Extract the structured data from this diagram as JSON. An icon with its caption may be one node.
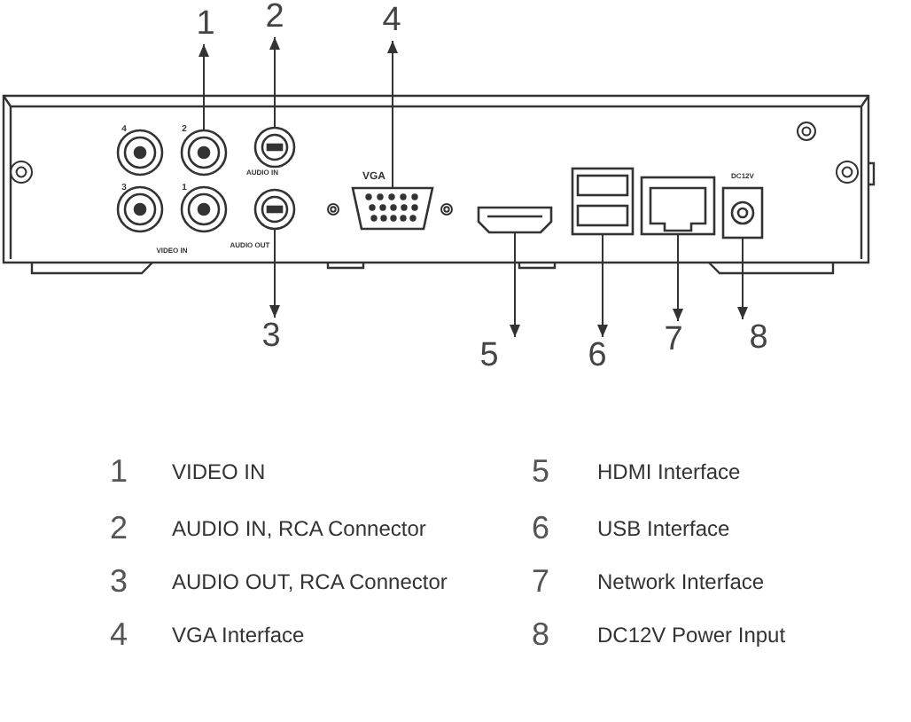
{
  "diagram": {
    "nodes": [
      {
        "text": [
          "1"
        ]
      },
      {
        "text": [
          "2"
        ]
      },
      {
        "text": [
          "3"
        ]
      },
      {
        "text": [
          "4"
        ]
      },
      {
        "text": [
          "5"
        ]
      },
      {
        "text": [
          "6"
        ]
      },
      {
        "text": [
          "7"
        ]
      },
      {
        "text": [
          "8"
        ]
      },
      {
        "text": [],
        "shape": "circle"
      },
      {
        "text": [],
        "shape": "circle"
      },
      {
        "text": [],
        "shape": "circle"
      },
      {
        "text": [],
        "shape": "box"
      },
      {
        "text": [],
        "shape": "box"
      },
      {
        "text": [],
        "shape": "box"
      },
      {
        "text": [],
        "shape": "box"
      },
      {
        "text": [],
        "shape": "box"
      },
      {
        "text": [],
        "shape": "circle"
      },
      {
        "text": [],
        "shape": "circle"
      },
      {
        "text": [],
        "shape": "circle"
      }
    ],
    "edges": [
      {
        "from": 8,
        "to": 0,
        "arrow": "to"
      },
      {
        "from": 9,
        "to": 1,
        "arrow": "to"
      },
      {
        "from": 10,
        "to": 2,
        "arrow": "to"
      },
      {
        "from": 11,
        "to": 3,
        "arrow": "to"
      },
      {
        "from": 12,
        "to": 4,
        "arrow": "to"
      },
      {
        "from": 13,
        "to": 5,
        "arrow": "to"
      },
      {
        "from": 14,
        "to": 6,
        "arrow": "to"
      },
      {
        "from": 15,
        "to": 7,
        "arrow": "to"
      }
    ],
    "labels": [
      "4",
      "2",
      "AUDIO IN",
      "DC12V",
      "VGA",
      "3",
      "1",
      "AUDIO OUT",
      "VIDEO IN",
      "1",
      "VIDEO IN",
      "5",
      "HDMI Interface",
      "2",
      "AUDIO IN, RCA Connector",
      "6",
      "USB Interface",
      "3",
      "AUDIO OUT, RCA Connector",
      "7",
      "Network Interface",
      "4",
      "VGA Interface",
      "8",
      "DC12V Power Input"
    ]
  }
}
